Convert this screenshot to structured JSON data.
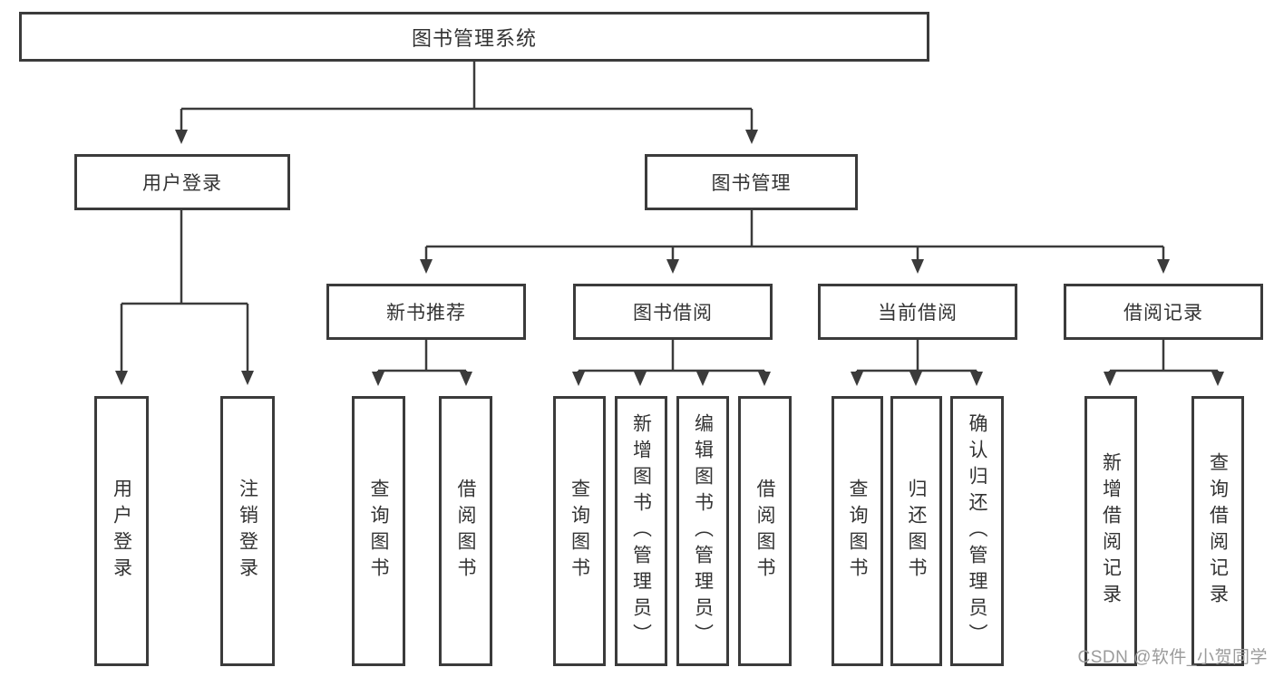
{
  "diagram": {
    "root": {
      "label": "图书管理系统"
    },
    "branches": [
      {
        "label": "用户登录",
        "children": [
          {
            "label": "用户登录"
          },
          {
            "label": "注销登录"
          }
        ]
      },
      {
        "label": "图书管理",
        "sections": [
          {
            "label": "新书推荐",
            "children": [
              {
                "label": "查询图书"
              },
              {
                "label": "借阅图书"
              }
            ]
          },
          {
            "label": "图书借阅",
            "children": [
              {
                "label": "查询图书"
              },
              {
                "label": "新增图书（管理员）"
              },
              {
                "label": "编辑图书（管理员）"
              },
              {
                "label": "借阅图书"
              }
            ]
          },
          {
            "label": "当前借阅",
            "children": [
              {
                "label": "查询图书"
              },
              {
                "label": "归还图书"
              },
              {
                "label": "确认归还（管理员）"
              }
            ]
          },
          {
            "label": "借阅记录",
            "children": [
              {
                "label": "新增借阅记录"
              },
              {
                "label": "查询借阅记录"
              }
            ]
          }
        ]
      }
    ]
  },
  "watermark": {
    "text": "CSDN @软件_小贺同学"
  },
  "colors": {
    "line": "#3b3b3b",
    "border": "#3b3b3b",
    "text": "#333333",
    "watermark": "#9b9b9b",
    "background": "#ffffff"
  }
}
